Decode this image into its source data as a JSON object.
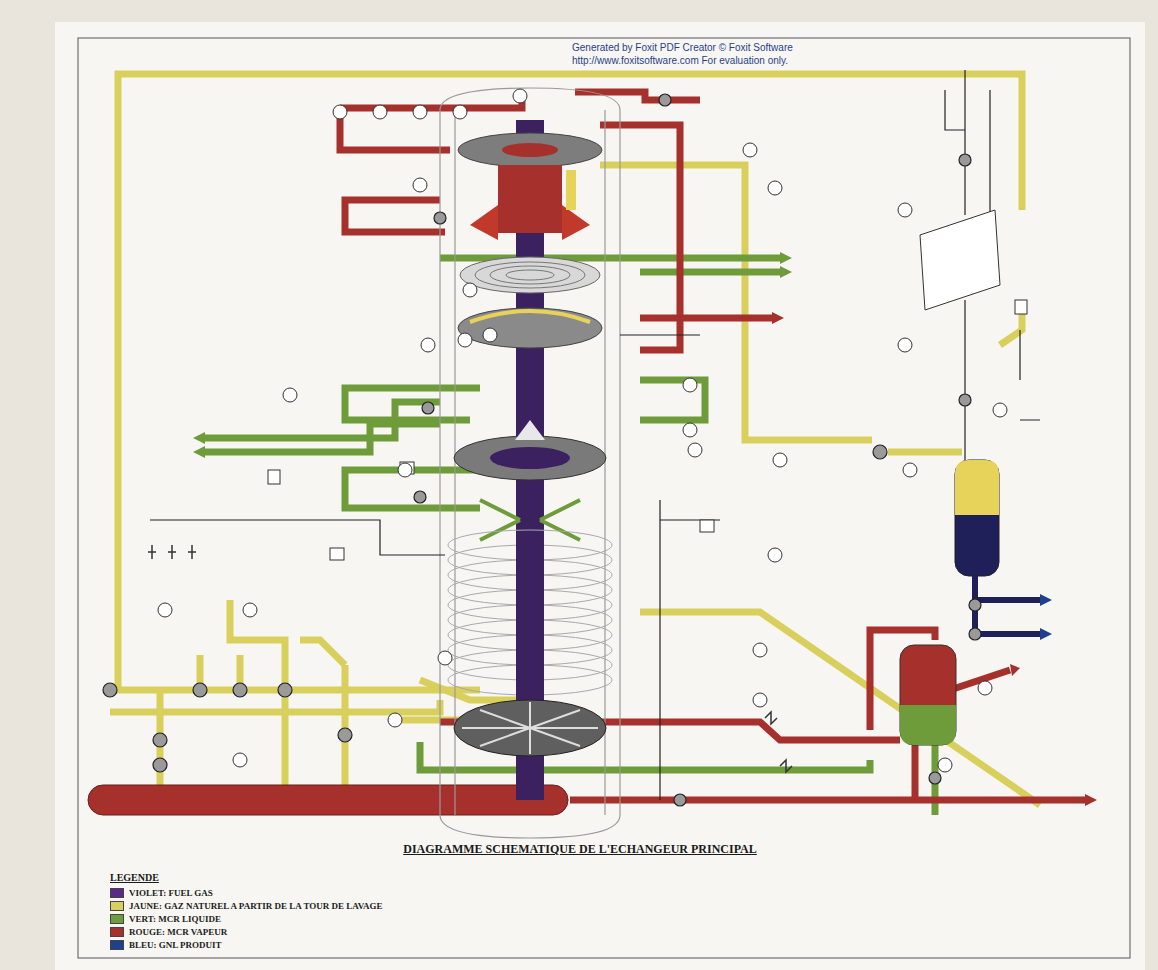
{
  "diagram": {
    "title": "DIAGRAMME SCHEMATIQUE DE L'ECHANGEUR PRINCIPAL",
    "labels": [
      "Generated by Foxit PDF Creator © Foxit Software",
      "http://www.foxitsoftware.com For evaluation only.",
      "LEGENDE"
    ],
    "legend": [
      {
        "text": "VIOLET: FUEL GAS",
        "color": "#5b2a86"
      },
      {
        "text": "JAUNE: GAZ NATUREL A PARTIR DE LA TOUR DE LAVAGE",
        "color": "#d9cf5c"
      },
      {
        "text": "VERT: MCR LIQUIDE",
        "color": "#6f9c3a"
      },
      {
        "text": "ROUGE: MCR VAPEUR",
        "color": "#a5302c"
      },
      {
        "text": "BLEU: GNL PRODUIT",
        "color": "#1f3f8f"
      }
    ]
  }
}
